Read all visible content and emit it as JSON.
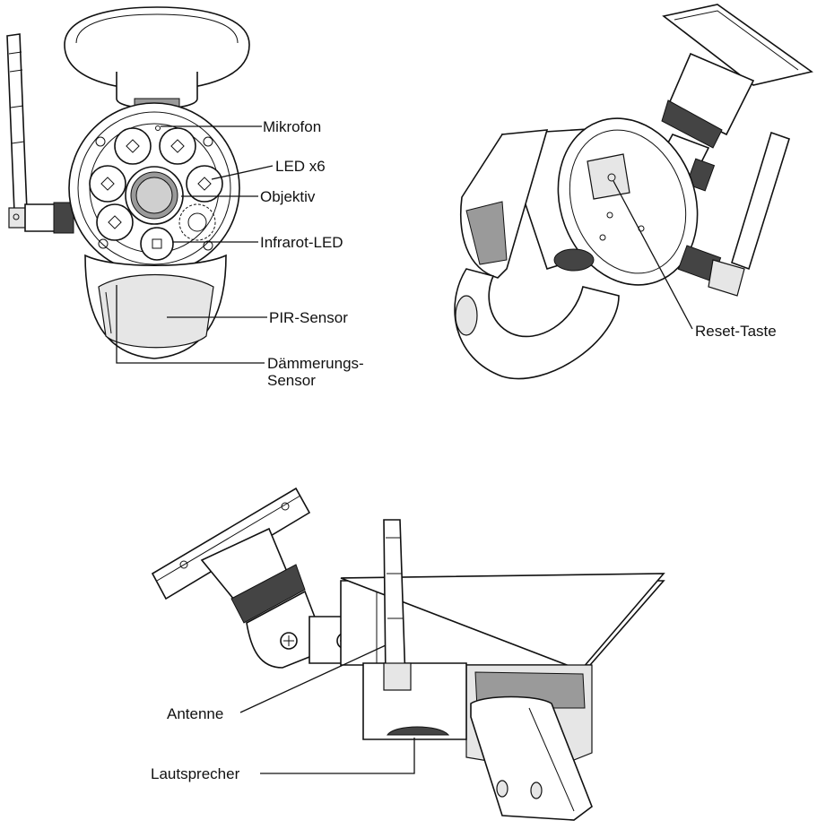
{
  "labels": {
    "mikrofon": "Mikrofon",
    "led": "LED x6",
    "objektiv": "Objektiv",
    "infrarot": "Infrarot-LED",
    "pir": "PIR-Sensor",
    "daemmerung_1": "Dämmerungs-",
    "daemmerung_2": "Sensor",
    "reset": "Reset-Taste",
    "antenne": "Antenne",
    "lautsprecher": "Lautsprecher"
  },
  "colors": {
    "line": "#111111",
    "shade": "#9a9a9a",
    "background": "#ffffff"
  }
}
